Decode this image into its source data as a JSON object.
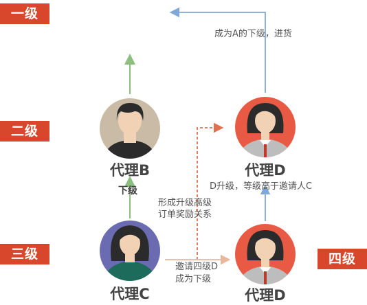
{
  "levels": {
    "level1": "一级",
    "level2": "二级",
    "level3": "三级",
    "level4": "四级"
  },
  "agents": {
    "b": "代理B",
    "d_top": "代理D",
    "c": "代理C",
    "d_bottom": "代理D"
  },
  "notes": {
    "become_subordinate_of_a": "成为A的下级，进货",
    "subordinate": "下级",
    "d_upgrade": "D升级，等级高于邀请人C",
    "form_upgrade_line1": "形成升级高级",
    "form_upgrade_line2": "订单奖励关系",
    "invite_line1": "邀请四级D",
    "invite_line2": "成为下级"
  },
  "colors": {
    "badge": "#d8472b",
    "avatar_b": "#c9bba6",
    "avatar_d": "#e95a44",
    "avatar_c": "#6a6bb0",
    "arrow_green": "#8cbf7e",
    "arrow_blue": "#7fa8d8",
    "arrow_dashed": "#e07050",
    "arrow_invite": "#e8b79e"
  }
}
